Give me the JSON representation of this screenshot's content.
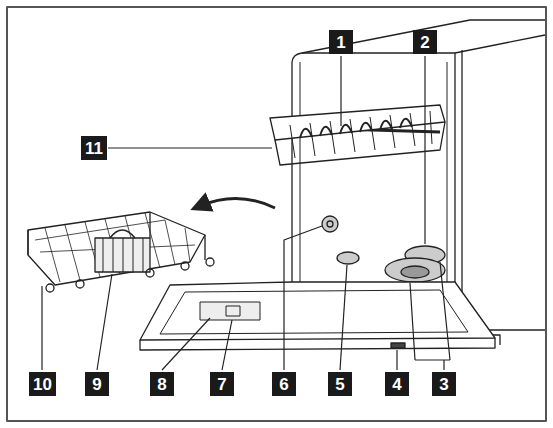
{
  "diagram": {
    "labels": [
      "1",
      "2",
      "11",
      "10",
      "9",
      "8",
      "7",
      "6",
      "5",
      "4",
      "3"
    ]
  }
}
